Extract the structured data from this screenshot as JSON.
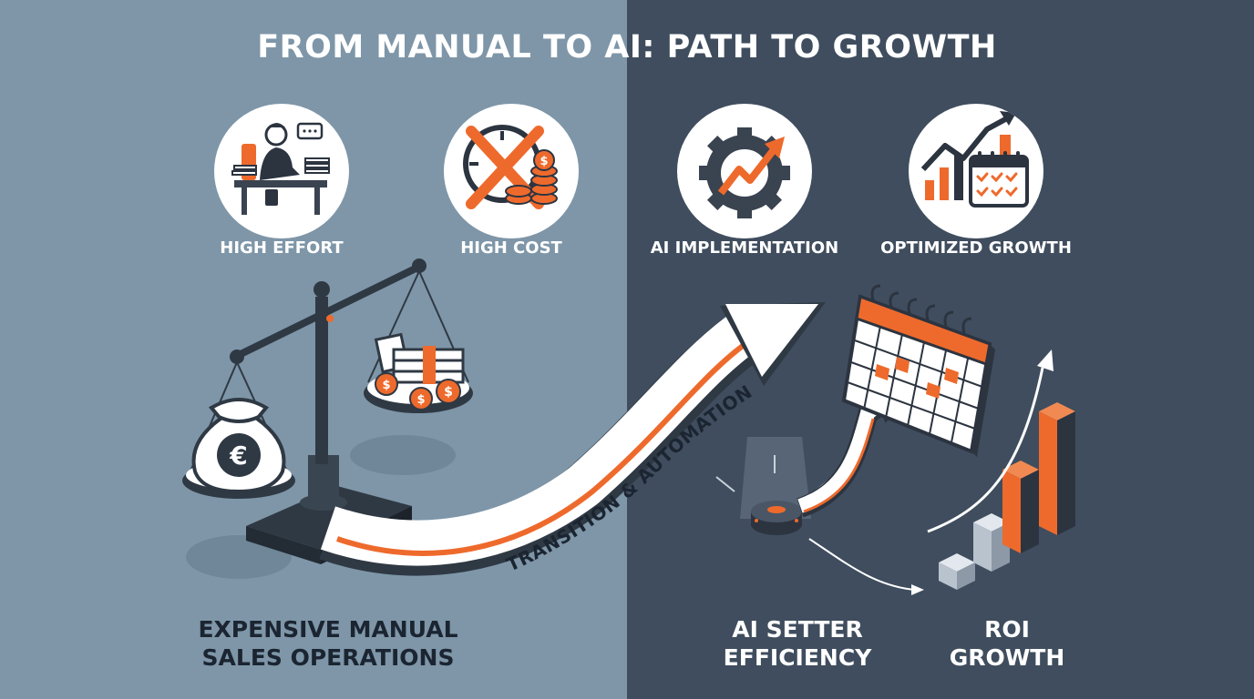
{
  "title": "FROM MANUAL TO AI: PATH TO GROWTH",
  "icons": [
    {
      "label": "HIGH EFFORT",
      "icon": "person-at-desk-icon"
    },
    {
      "label": "HIGH COST",
      "icon": "crossed-clock-coins-icon"
    },
    {
      "label": "AI IMPLEMENTATION",
      "icon": "gear-trend-icon"
    },
    {
      "label": "OPTIMIZED GROWTH",
      "icon": "chart-calendar-icon"
    }
  ],
  "path_label": "TRANSITION & AUTOMATION",
  "coin_symbol": "€",
  "dollar_symbol": "$",
  "bottom_labels": {
    "expensive": "EXPENSIVE MANUAL\nSALES OPERATIONS",
    "ai_setter": "AI SETTER\nEFFICIENCY",
    "roi": "ROI\nGROWTH"
  },
  "colors": {
    "left_bg": "#7e96a8",
    "right_bg": "#3f4d5e",
    "accent": "#ee6a2c",
    "dark": "#2c3440",
    "white": "#ffffff"
  }
}
